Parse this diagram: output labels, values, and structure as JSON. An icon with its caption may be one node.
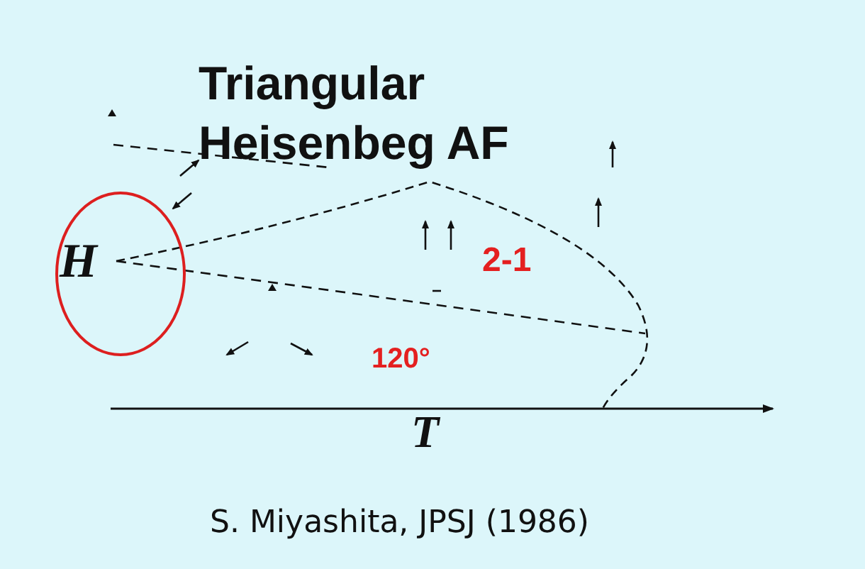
{
  "diagram": {
    "title": "Triangular Heisenbeg AF",
    "caption": "S. Miyashita, JPSJ (1986)",
    "labels": [
      "H",
      "2-1",
      "120°",
      "T"
    ]
  }
}
